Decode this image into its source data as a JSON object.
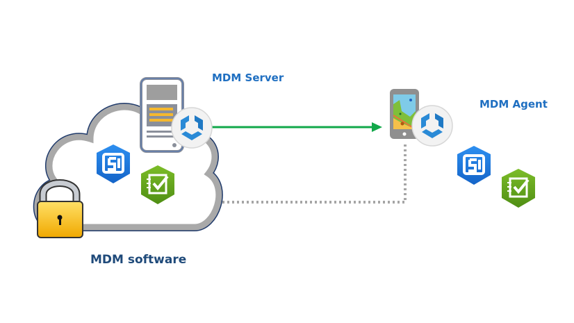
{
  "labels": {
    "server": "MDM Server",
    "agent": "MDM Agent",
    "software": "MDM software"
  },
  "colors": {
    "server_label": "#1f6fc1",
    "agent_label": "#1f6fc1",
    "software_label": "#1f4a7a",
    "arrow_solid": "#12a84a",
    "connector_dotted": "#a6a6a6",
    "cloud_outline": "#a9a9a9",
    "cloud_edge": "#1f3a6b",
    "lock_body": "#f7c21a",
    "app_blue": "#1e7fdc",
    "app_green": "#6aaa1e",
    "agent_badge": "#2a8ad6"
  },
  "nodes": [
    {
      "id": "cloud",
      "icon": "cloud-icon"
    },
    {
      "id": "lock",
      "icon": "lock-icon"
    },
    {
      "id": "server",
      "icon": "server-icon"
    },
    {
      "id": "server-badge",
      "icon": "mdm-hexagon-logo-icon"
    },
    {
      "id": "cloud-app-1",
      "icon": "blue-hexagon-app-icon"
    },
    {
      "id": "cloud-app-2",
      "icon": "green-hexagon-survey-icon"
    },
    {
      "id": "phone",
      "icon": "smartphone-map-icon"
    },
    {
      "id": "phone-badge",
      "icon": "mdm-hexagon-logo-icon"
    },
    {
      "id": "agent-app-1",
      "icon": "blue-hexagon-app-icon"
    },
    {
      "id": "agent-app-2",
      "icon": "green-hexagon-survey-icon"
    }
  ],
  "edges": [
    {
      "from": "server",
      "to": "phone",
      "style": "solid-arrow"
    },
    {
      "from": "phone",
      "to": "cloud",
      "style": "dotted"
    }
  ]
}
